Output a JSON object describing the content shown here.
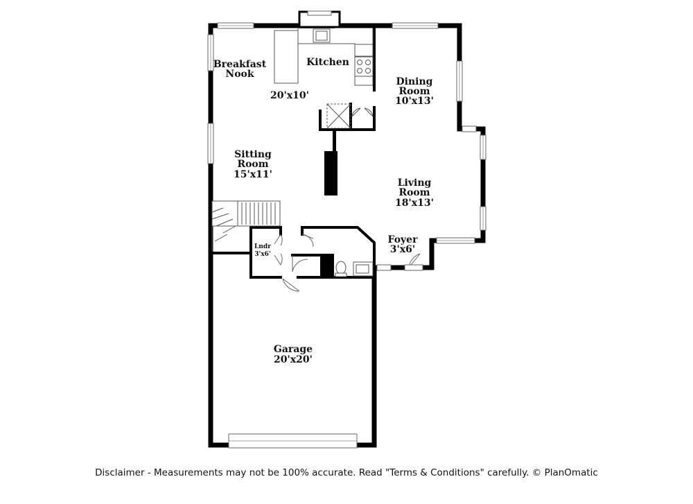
{
  "rooms": {
    "breakfast_nook": {
      "line1": "Breakfast",
      "line2": "Nook"
    },
    "kitchen": {
      "name": "Kitchen",
      "dims": "20'x10'"
    },
    "dining_room": {
      "line1": "Dining",
      "line2": "Room",
      "dims": "10'x13'"
    },
    "sitting_room": {
      "line1": "Sitting",
      "line2": "Room",
      "dims": "15'x11'"
    },
    "living_room": {
      "line1": "Living",
      "line2": "Room",
      "dims": "18'x13'"
    },
    "laundry": {
      "name": "Lndr",
      "dims": "3'x6'"
    },
    "foyer": {
      "name": "Foyer",
      "dims": "3'x6'"
    },
    "garage": {
      "name": "Garage",
      "dims": "20'x20'"
    }
  },
  "disclaimer": "Disclaimer - Measurements may not be 100% accurate. Read \"Terms & Conditions\" carefully. © PlanOmatic",
  "colors": {
    "wall": "#000000",
    "background": "#ffffff",
    "fixture": "#555555"
  }
}
